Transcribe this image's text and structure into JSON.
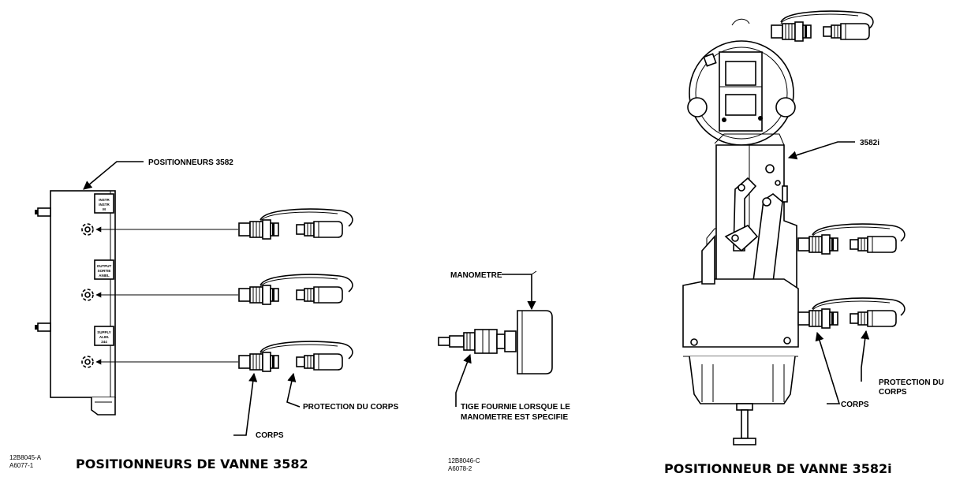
{
  "left_figure": {
    "title_label": "POSITIONNEURS 3582",
    "plates": [
      [
        "INSTR",
        "INSTR",
        "M"
      ],
      [
        "OUTPUT",
        "SORTIE",
        "ANIEL"
      ],
      [
        "SUPPLY",
        "ALIM.",
        "244"
      ]
    ],
    "protector_label": "PROTECTION DU CORPS",
    "body_label": "CORPS",
    "drawing_codes": [
      "12B8045-A",
      "A6077-1"
    ],
    "caption": "POSITIONNEURS DE VANNE 3582"
  },
  "middle_figure": {
    "gauge_label": "MANOMETRE",
    "stem_label_lines": [
      "TIGE FOURNIE LORSQUE LE",
      "MANOMETRE EST SPECIFIE"
    ],
    "drawing_codes": [
      "12B8046-C",
      "A6078-2"
    ]
  },
  "right_figure": {
    "model_label": "3582i",
    "protector_label_lines": [
      "PROTECTION DU",
      "CORPS"
    ],
    "body_label": "CORPS",
    "caption": "POSITIONNEUR DE VANNE 3582i"
  }
}
